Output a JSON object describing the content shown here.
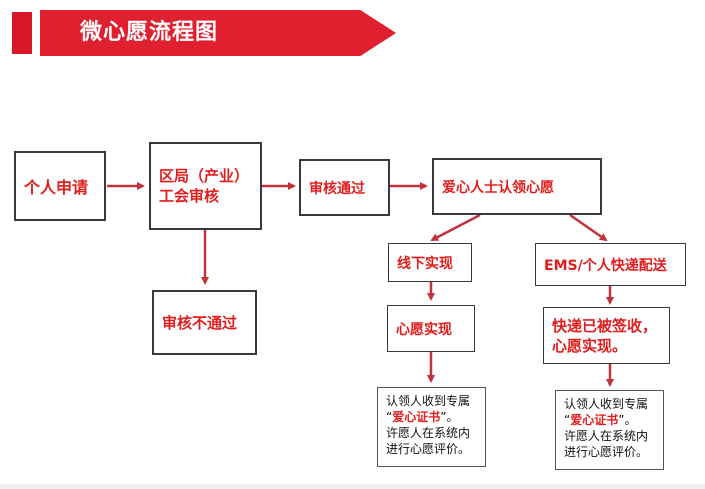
{
  "banner": {
    "title": "微心愿流程图"
  },
  "nodes": {
    "apply": "个人申请",
    "district_line1": "区局（产业）",
    "district_line2": "工会审核",
    "approved": "审核通过",
    "rejected": "审核不通过",
    "claim": "爱心人士认领心愿",
    "offline": "线下实现",
    "ems": "EMS/个人快递配送",
    "wish_done": "心愿实现",
    "signed_line1": "快递已被签收，",
    "signed_line2": "心愿实现。"
  },
  "notes": [
    {
      "line1": "认领人收到专属",
      "q_open": "“",
      "highlight": "爱心证书",
      "q_close": "”。",
      "line3": "许愿人在系统内",
      "line4": "进行心愿评价。"
    },
    {
      "line1": "认领人收到专属",
      "q_open": "“",
      "highlight": "爱心证书",
      "q_close": "”。",
      "line3": "许愿人在系统内",
      "line4": "进行心愿评价。"
    }
  ],
  "colors": {
    "accent": "#e0202e",
    "text_red": "#e01e1e",
    "arrow": "#c0333a",
    "border": "#3a3a3a"
  }
}
